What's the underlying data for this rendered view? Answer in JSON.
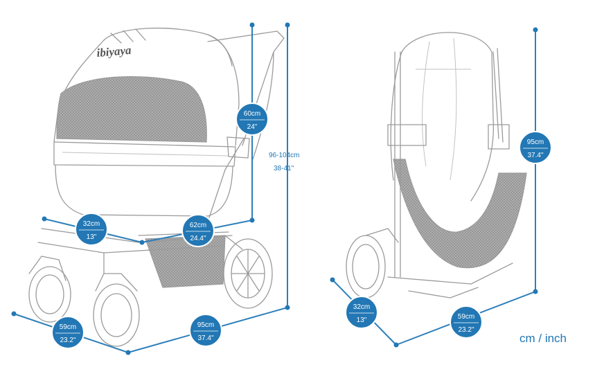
{
  "brand": "ibiyaya",
  "unit_note": "cm / inch",
  "colors": {
    "accent": "#2277b4",
    "line": "#9a9a9a",
    "mesh": "#8c8c8c"
  },
  "left_view": {
    "height": {
      "cm": "96-104cm",
      "inch": "38-41\""
    },
    "seat_height": {
      "cm": "60cm",
      "inch": "24\""
    },
    "seat_width": {
      "cm": "32cm",
      "inch": "13\""
    },
    "seat_depth": {
      "cm": "62cm",
      "inch": "24.4\""
    },
    "width": {
      "cm": "59cm",
      "inch": "23.2\""
    },
    "length": {
      "cm": "95cm",
      "inch": "37.4\""
    }
  },
  "right_view": {
    "height": {
      "cm": "95cm",
      "inch": "37.4\""
    },
    "thickness": {
      "cm": "32cm",
      "inch": "13\""
    },
    "width": {
      "cm": "59cm",
      "inch": "23.2\""
    }
  }
}
